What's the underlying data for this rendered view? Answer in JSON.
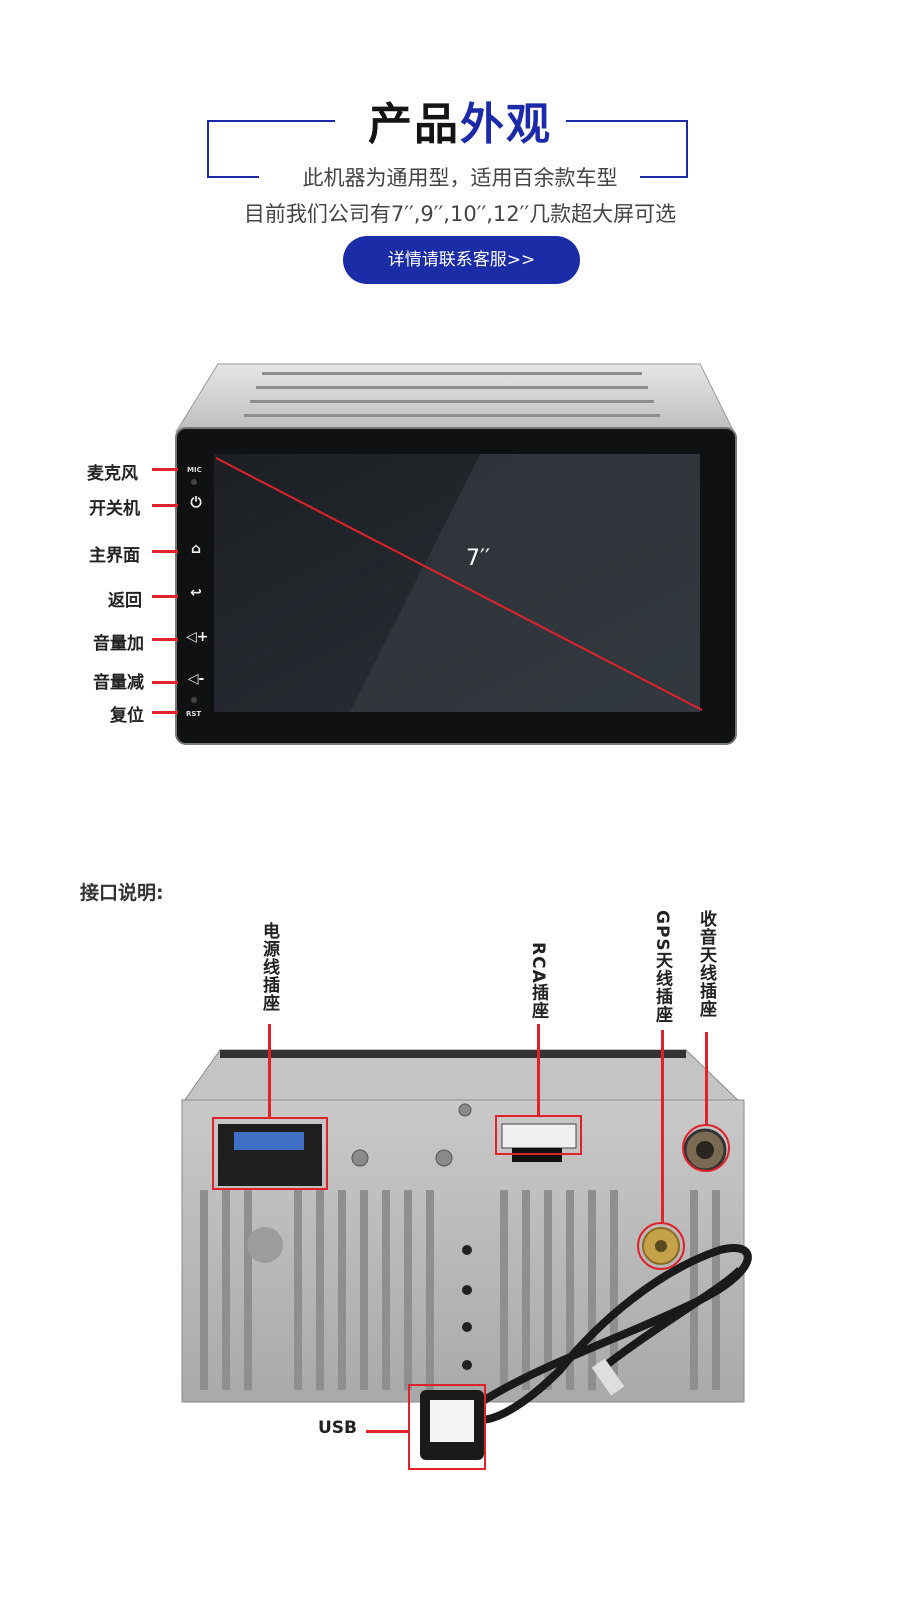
{
  "header": {
    "title_part1": "产品",
    "title_part2": "外观",
    "subtitle1": "此机器为通用型，适用百余款车型",
    "subtitle2": "目前我们公司有7′′,9′′,10′′,12′′几款超大屏可选",
    "cta_label": "详情请联系客服>>"
  },
  "front": {
    "screen_size": "7′′",
    "mic_tag": "MIC",
    "rst_tag": "RST",
    "labels": [
      "麦克风",
      "开关机",
      "主界面",
      "返回",
      "音量加",
      "音量减",
      "复位"
    ]
  },
  "interfaces": {
    "title": "接口说明:",
    "power": "电源线插座",
    "rca": "RCA插座",
    "gps": "GPS天线插座",
    "radio": "收音天线插座",
    "usb": "USB"
  },
  "colors": {
    "accent_blue": "#1a2aa8",
    "marker_red": "#e0222a"
  }
}
